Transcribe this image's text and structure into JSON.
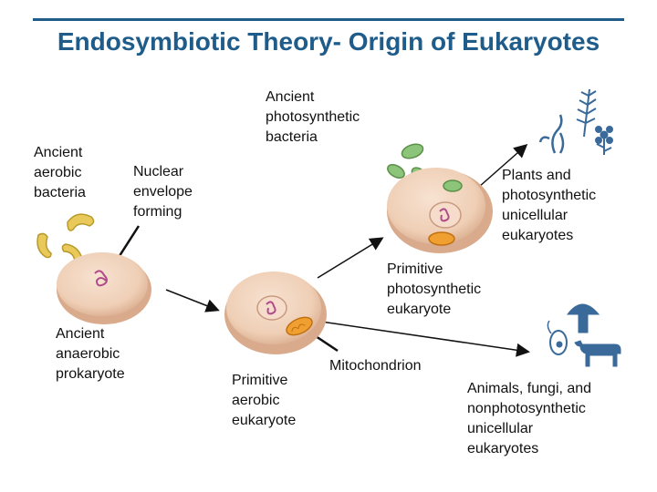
{
  "title": "Endosymbiotic Theory- Origin of Eukaryotes",
  "labels": {
    "ancient_aerobic_bacteria": "Ancient\naerobic\nbacteria",
    "nuclear_envelope_forming": "Nuclear\nenvelope\nforming",
    "ancient_photosynthetic_bacteria": "Ancient\nphotosynthetic\nbacteria",
    "plants": "Plants and\nphotosynthetic\nunicellular\neukaryotes",
    "primitive_photosynthetic_eukaryote": "Primitive\nphotosynthetic\neukaryote",
    "ancient_anaerobic_prokaryote": "Ancient\nanaerobic\nprokaryote",
    "primitive_aerobic_eukaryote": "Primitive\naerobic\neukaryote",
    "mitochondrion": "Mitochondrion",
    "animals_fungi": "Animals, fungi, and\nnonphotosynthetic\nunicellular\neukaryotes"
  },
  "colors": {
    "title": "#1f5c8a",
    "cell": "#f2d4bd",
    "cell_shadow": "#d9ab8c",
    "aerobic_bacteria": "#e8c95a",
    "chloroplast": "#8cc47a",
    "mitochondrion": "#f0a030",
    "organism_icons": "#3a6a9a"
  },
  "icons": [
    "fern-icon",
    "seaweed-icon",
    "flower-icon",
    "mushroom-icon",
    "cow-icon",
    "protist-icon"
  ]
}
